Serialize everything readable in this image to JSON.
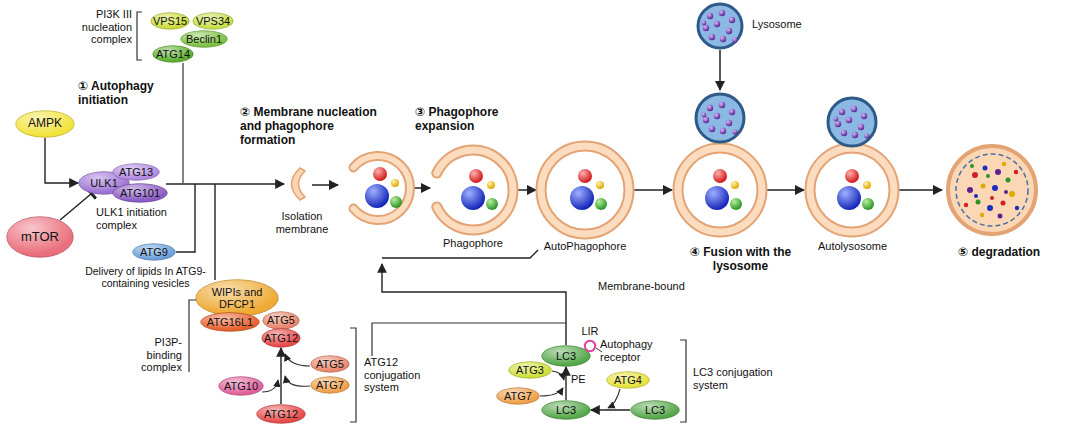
{
  "diagram": {
    "nodes": [
      {
        "text": [
          "VPS15"
        ]
      },
      {
        "text": [
          "VPS34"
        ]
      },
      {
        "text": [
          "Beclin1"
        ]
      },
      {
        "text": [
          "ATG14"
        ]
      },
      {
        "text": [
          "AMPK"
        ]
      },
      {
        "text": [
          "ULK1"
        ]
      },
      {
        "text": [
          "ATG13"
        ]
      },
      {
        "text": [
          "ATG101"
        ]
      },
      {
        "text": [
          "mTOR"
        ]
      },
      {
        "text": [
          "ATG9"
        ]
      },
      {
        "text": [
          "WIPIs and DFCP1"
        ]
      },
      {
        "text": [
          "ATG16L1"
        ]
      },
      {
        "text": [
          "ATG5"
        ]
      },
      {
        "text": [
          "ATG12"
        ]
      },
      {
        "text": [
          "ATG10"
        ]
      },
      {
        "text": [
          "ATG5"
        ]
      },
      {
        "text": [
          "ATG7"
        ]
      },
      {
        "text": [
          "ATG12"
        ]
      },
      {
        "text": [
          "LC3"
        ]
      },
      {
        "text": [
          "LIR"
        ]
      },
      {
        "text": [
          "ATG3"
        ]
      },
      {
        "text": [
          "ATG4"
        ]
      },
      {
        "text": [
          "ATG7"
        ]
      },
      {
        "text": [
          "LC3"
        ]
      },
      {
        "text": [
          "LC3"
        ]
      }
    ],
    "edges": [
      {
        "from": 4,
        "to": 5,
        "arrow": "to"
      },
      {
        "from": 8,
        "to": 5,
        "arrow": "to"
      },
      {
        "from": 17,
        "to": 13,
        "arrow": "to"
      },
      {
        "from": 24,
        "to": 23,
        "arrow": "to"
      },
      {
        "from": 23,
        "to": 18,
        "arrow": "to"
      }
    ],
    "labels": [
      "PI3K III nucleation complex",
      "① Autophagy initiation",
      "ULK1 initiation complex",
      "Delivery of lipids In ATG9-containing vesicles",
      "PI3P- binding complex",
      "② Membrane nucleation and phagophore formation",
      "Isolation membrane",
      "③ Phagophore expansion",
      "Phagophore",
      "AutoPhagophore",
      "Lysosome",
      "④ Fusion with the lysosome",
      "Autolysosome",
      "⑤ degradation",
      "ATG12 conjugation system",
      "Membrane-bound",
      "Autophagy receptor",
      "PE",
      "LC3 conjugation system"
    ]
  }
}
